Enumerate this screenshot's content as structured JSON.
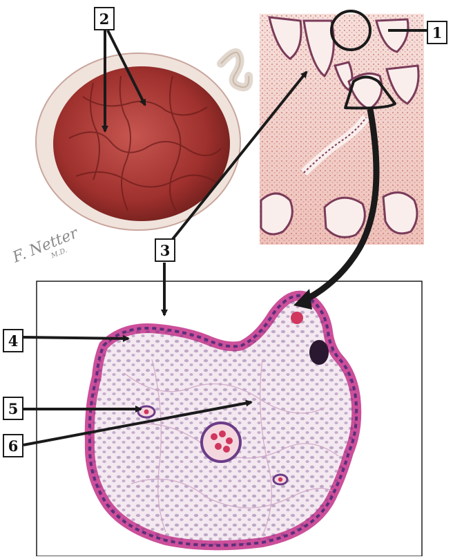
{
  "labels": {
    "l1": "1",
    "l2": "2",
    "l3": "3",
    "l4": "4",
    "l5": "5",
    "l6": "6"
  },
  "signature": {
    "name": "F. Netter",
    "suffix": "M.D."
  },
  "colors": {
    "placenta": "#b03a36",
    "tissue_pink": "#e8a79e",
    "nuclei": "#5a2f7a",
    "cytoplasm": "#d86aa8",
    "arrow": "#1a1a1a"
  }
}
